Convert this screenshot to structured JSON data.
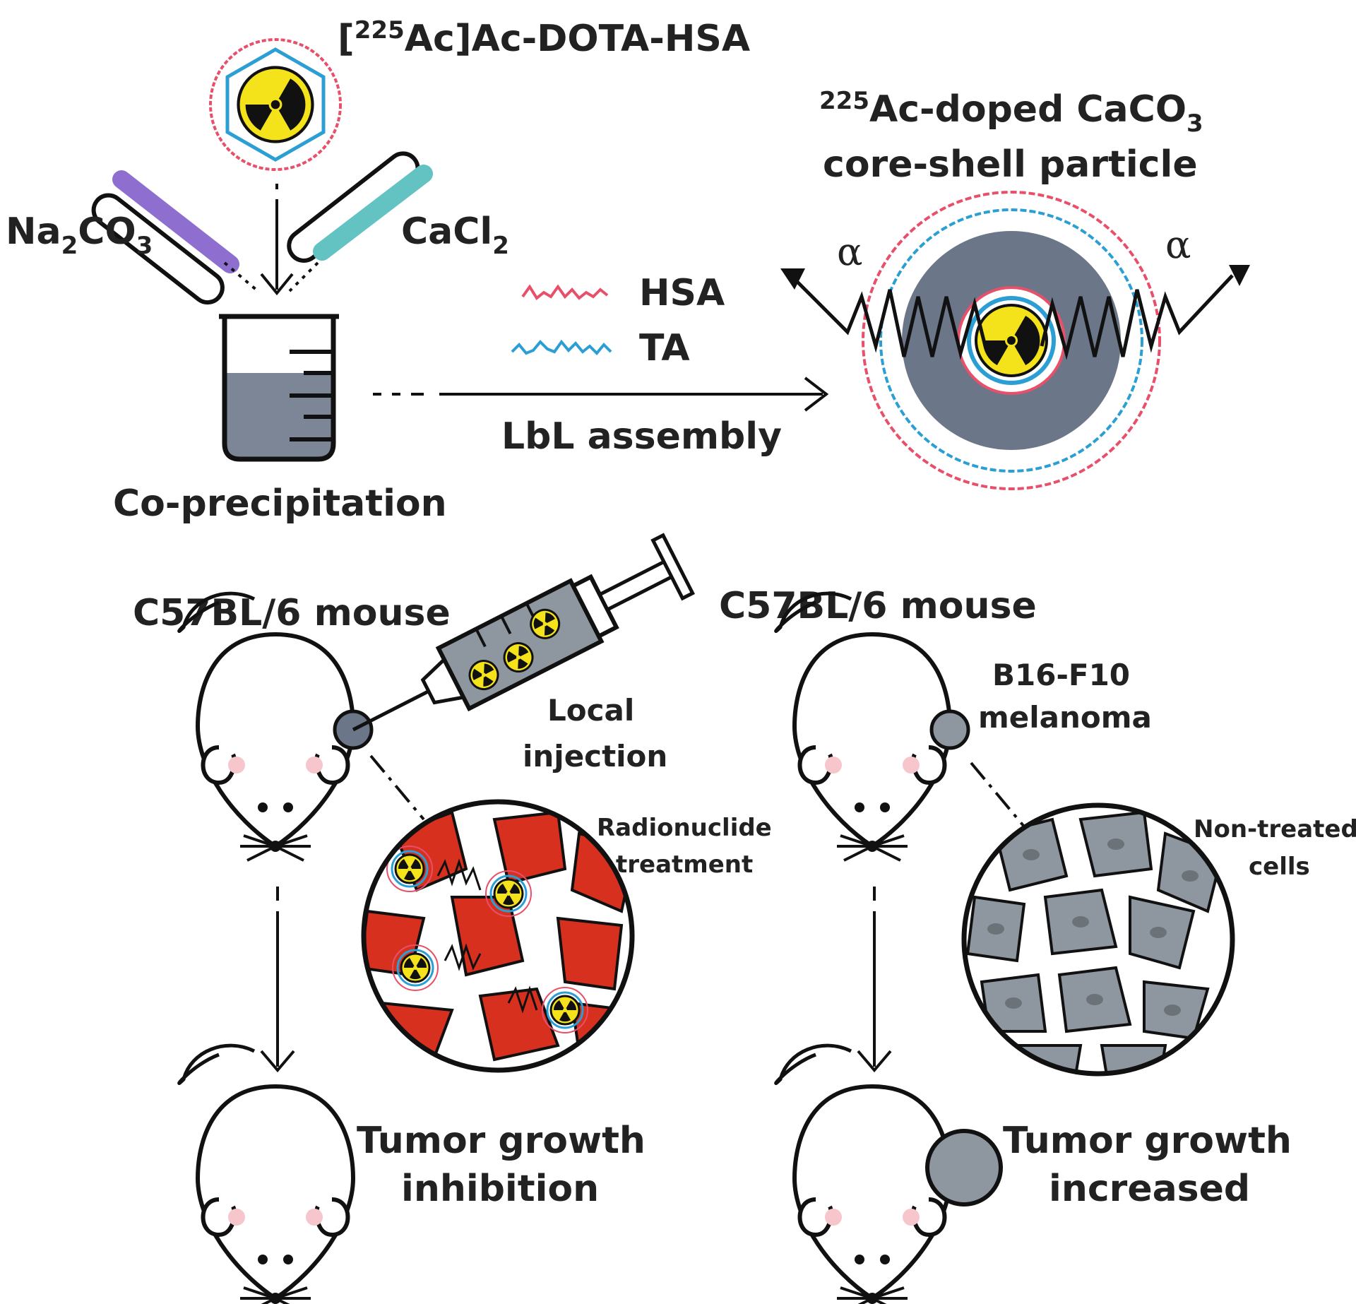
{
  "labels": {
    "complex_pre": "[",
    "complex_sup": "225",
    "complex_post": "Ac]Ac-DOTA-HSA",
    "na2co3_main": "Na",
    "na2co3_sub1": "2",
    "na2co3_mid": "CO",
    "na2co3_sub2": "3",
    "cacl2_main": "CaCl",
    "cacl2_sub": "2",
    "particle_sup": "225",
    "particle_line1": "Ac-doped CaCO",
    "particle_sub": "3",
    "particle_line2": "core-shell particle",
    "alpha_left": "α",
    "alpha_right": "α",
    "legend_hsa": "HSA",
    "legend_ta": "TA",
    "lbl_assembly": "LbL assembly",
    "coprecipitation": "Co-precipitation",
    "mouse_left_title": "C57BL/6 mouse",
    "mouse_right_title": "C57BL/6 mouse",
    "local_line1": "Local",
    "local_line2": "injection",
    "b16_line1": "B16-F10",
    "b16_line2": "melanoma",
    "radio_line1": "Radionuclide",
    "radio_line2": "treatment",
    "nontreated_line1": "Non-treated",
    "nontreated_line2": "cells",
    "inhibit_line1": "Tumor growth",
    "inhibit_line2": "inhibition",
    "increase_line1": "Tumor growth",
    "increase_line2": "increased"
  },
  "colors": {
    "hsa": "#e8506a",
    "ta": "#2b9fd4",
    "core": "#6b7689",
    "radiation_yellow": "#f4e21a",
    "liquid": "#7c8697",
    "tumor_treated": "#d7301f",
    "tumor_untreated": "#8e979f",
    "tube_na2co3": "#8e6fd0",
    "tube_cacl2": "#63c3c3"
  }
}
